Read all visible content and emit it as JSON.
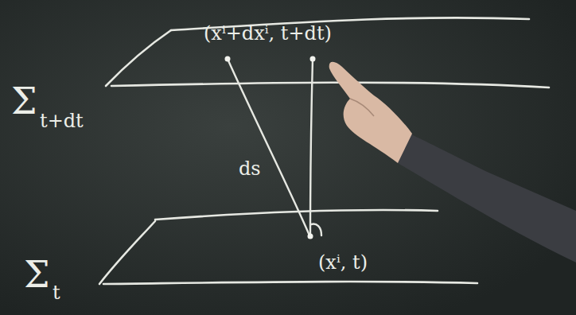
{
  "diagram": {
    "labels": [
      "Σ",
      "t+dt",
      "(xⁱ+dxⁱ, t+dt)",
      "ds",
      "Σ",
      "t",
      "(xⁱ, t)"
    ]
  }
}
